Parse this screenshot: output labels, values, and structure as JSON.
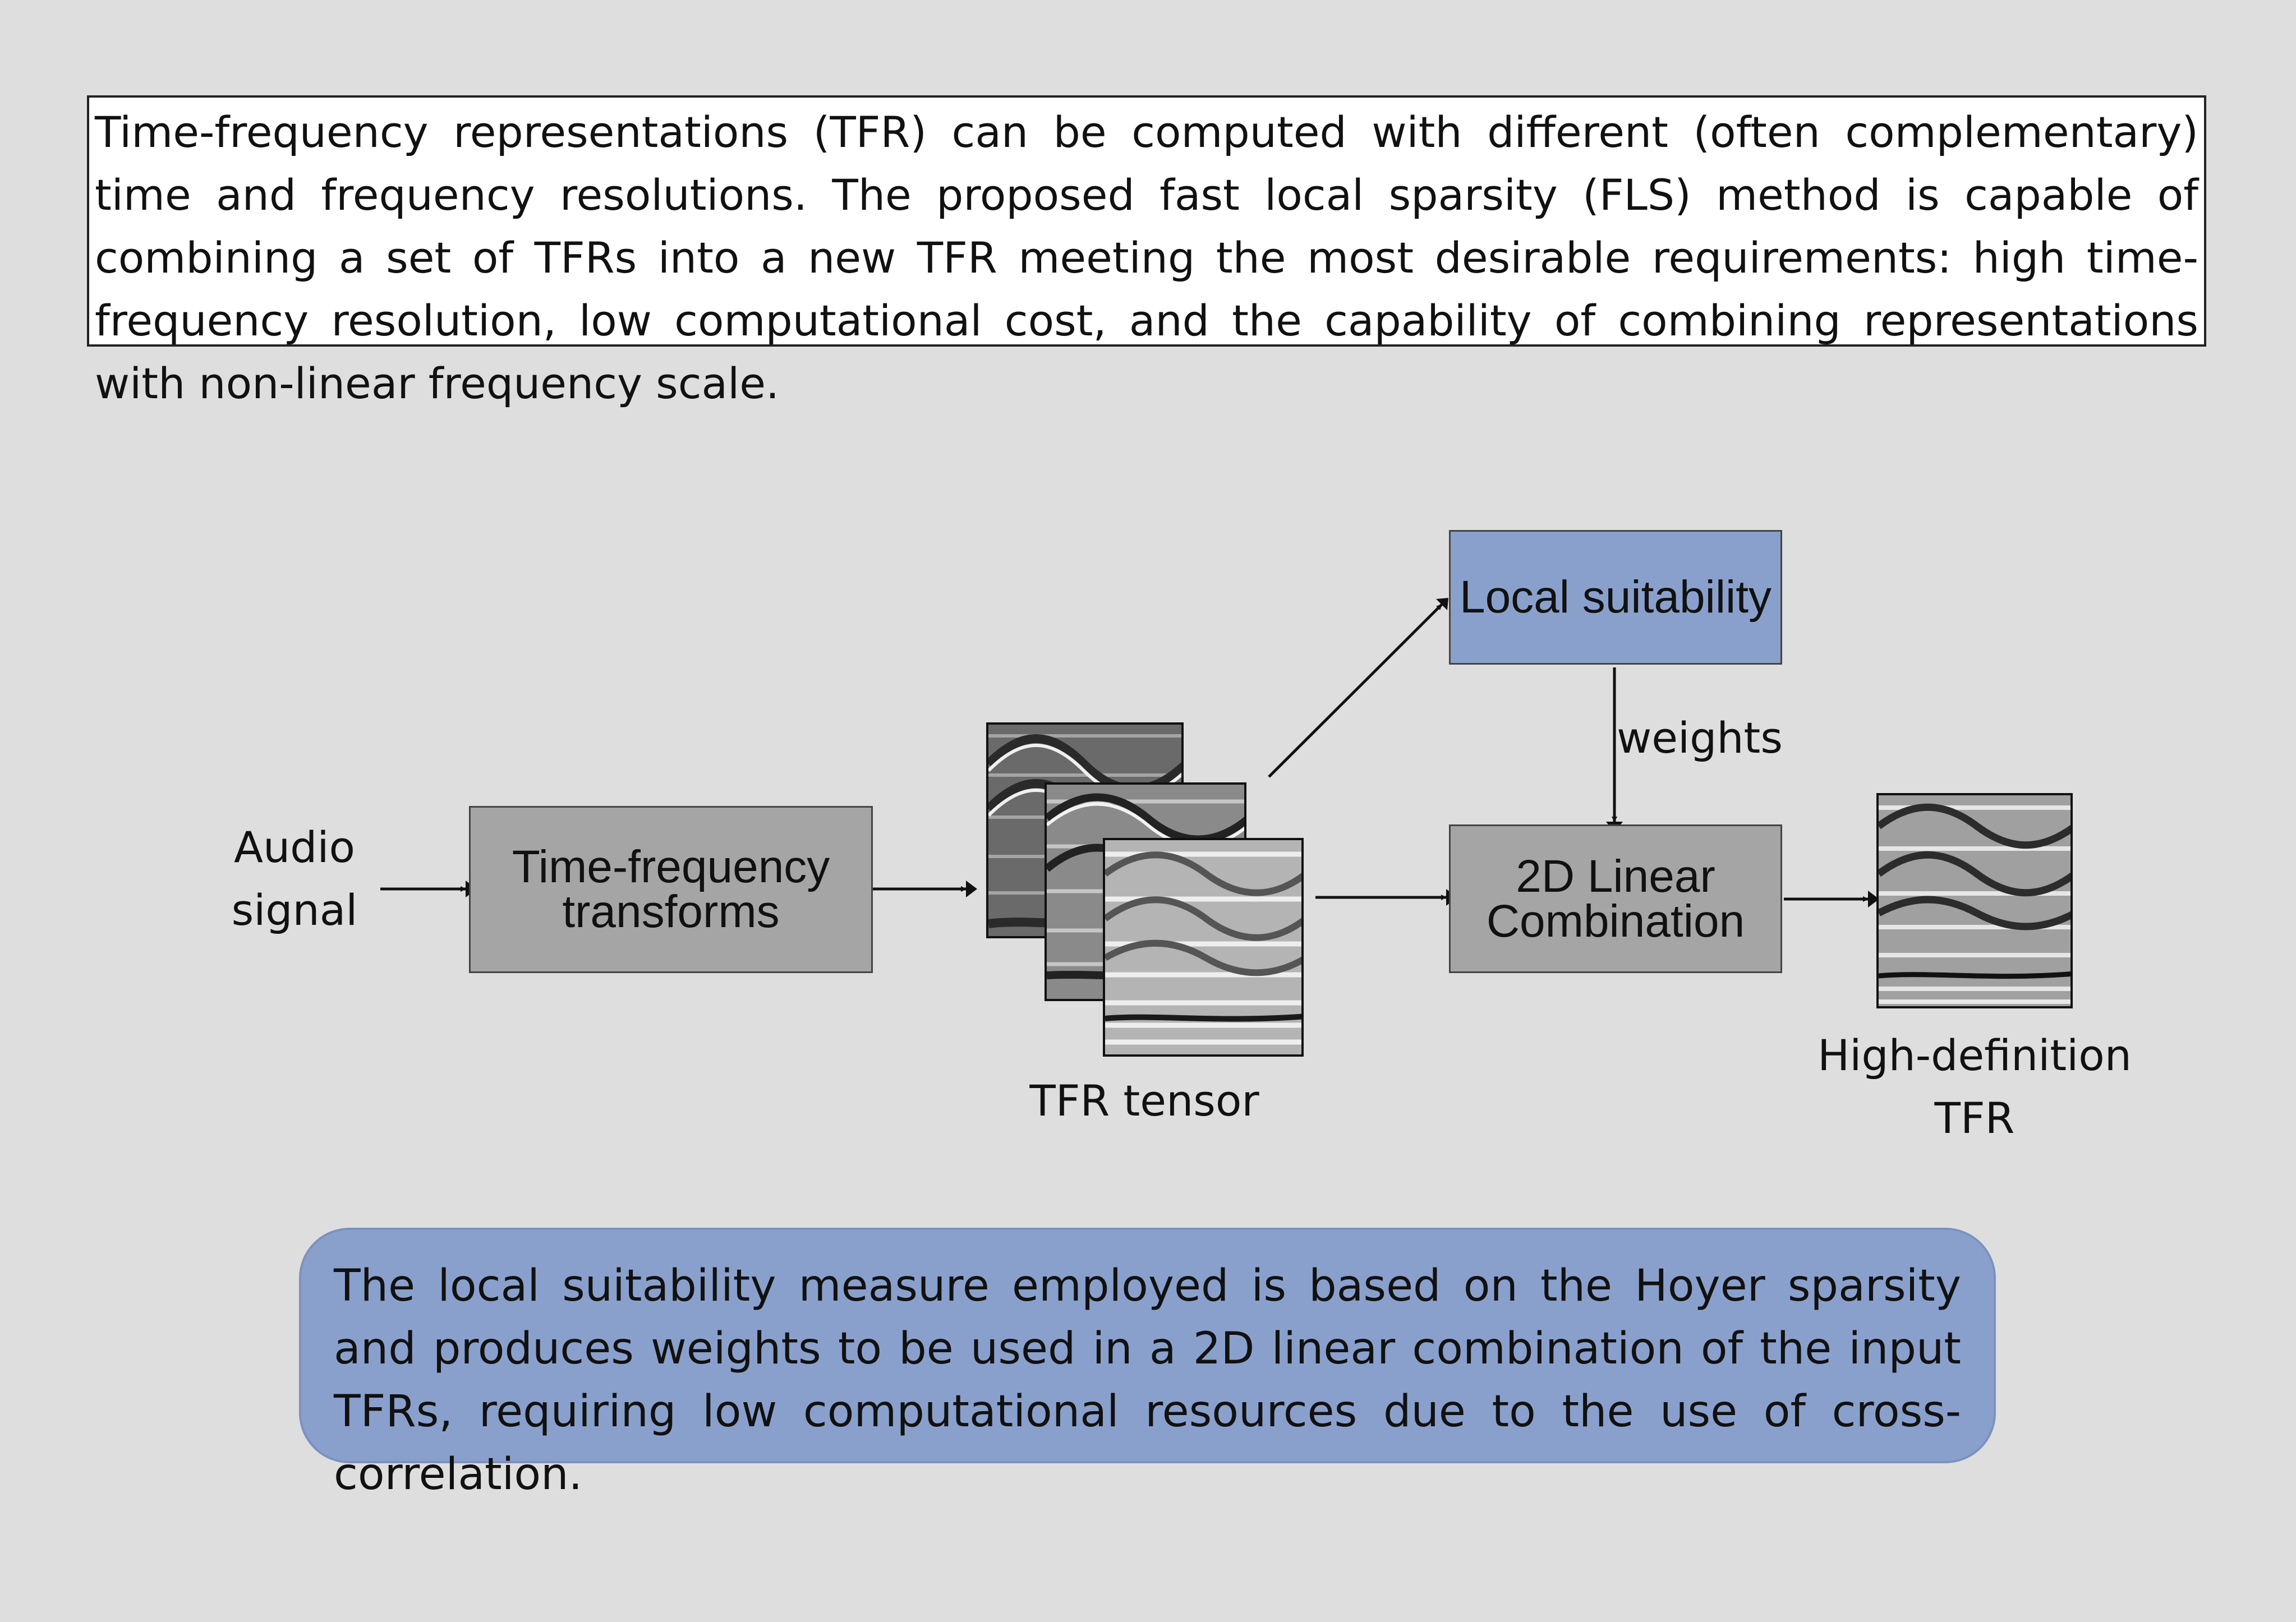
{
  "intro_text": "Time-frequency representations (TFR) can be computed with different (often complementary) time and frequency resolutions. The proposed fast local sparsity (FLS) method is capable of combining a set of TFRs into a new TFR meeting the most desirable requirements: high time-frequency resolution, low computational cost, and the capability of combining representations with non-linear frequency scale.",
  "diagram": {
    "input_label_line1": "Audio",
    "input_label_line2": "signal",
    "transform_box_line1": "Time-frequency",
    "transform_box_line2": "transforms",
    "tensor_label": "TFR tensor",
    "suitability_box": "Local suitability",
    "weights_label": "weights",
    "combination_box_line1": "2D Linear",
    "combination_box_line2": "Combination",
    "output_label_line1": "High-definition",
    "output_label_line2": "TFR"
  },
  "summary_text": "The local suitability measure employed is based on the Hoyer sparsity and produces weights to be used in a 2D linear combination of the input TFRs, requiring low computational resources due to the use of cross-correlation.",
  "colors": {
    "background": "#dedede",
    "gray_box": "#a5a5a5",
    "blue_box": "#8aa0cc"
  }
}
